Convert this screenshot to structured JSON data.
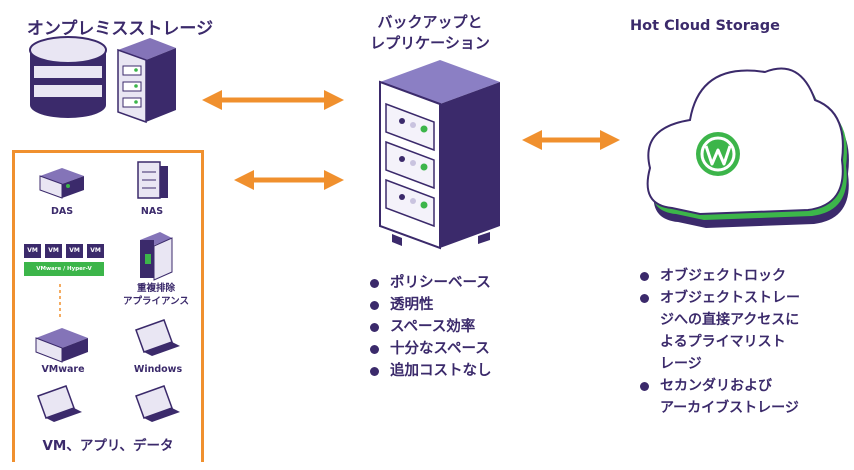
{
  "titles": {
    "onprem": "オンプレミスストレージ",
    "backup_line1": "バックアップと",
    "backup_line2": "レプリケーション",
    "cloud": "Hot Cloud Storage"
  },
  "backup_features": [
    "ポリシーベース",
    "透明性",
    "スペース効率",
    "十分なスペース",
    "追加コストなし"
  ],
  "cloud_features": [
    [
      "オブジェクトロック"
    ],
    [
      "オブジェクトストレー",
      "ジへの直接アクセスに",
      "よるプライマリスト",
      "レージ"
    ],
    [
      "セカンダリおよび",
      "アーカイブストレージ"
    ]
  ],
  "sources": {
    "das": "DAS",
    "nas": "NAS",
    "vm_chip": "VM",
    "hypervisor": "VMware / Hyper-V",
    "dedup_line1": "重複排除",
    "dedup_line2": "アプライアンス",
    "vmware": "VMware",
    "windows": "Windows",
    "footer": "VM、アプリ、データ"
  },
  "colors": {
    "brand_purple": "#3b2a6b",
    "arrow_orange": "#f0902e",
    "accent_green": "#3cb54a"
  }
}
